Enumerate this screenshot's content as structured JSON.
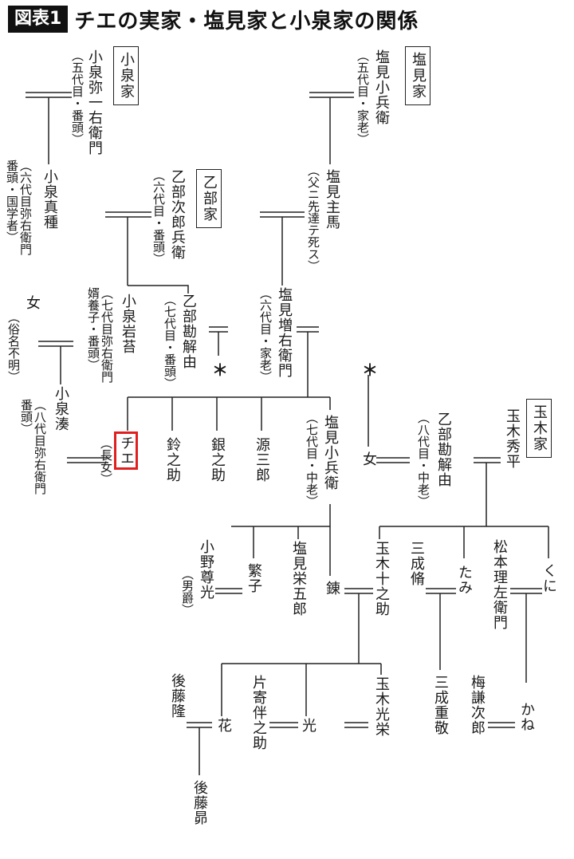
{
  "title": {
    "label": "図表1",
    "text": "チエの実家・塩見家と小泉家の関係"
  },
  "colors": {
    "highlight": "#e02020",
    "line": "#222222"
  },
  "houses": {
    "koizumi": "小泉家",
    "shiomi": "塩見家",
    "otobe": "乙部家",
    "tamaki": "玉木家"
  },
  "people": {
    "koizumi_yaichi": {
      "name": "小泉弥一右衛門",
      "note": "（五代目・番頭）"
    },
    "koizumi_sanetane": {
      "name": "小泉真種",
      "note": "（六代目弥右衛門 番頭・国学者）"
    },
    "shiomi_kohyoe5": {
      "name": "塩見小兵衛",
      "note": "（五代目・家老）"
    },
    "shiomi_shume": {
      "name": "塩見主馬",
      "note": "（父ニ先達テ死ス）"
    },
    "otobe_jirobee": {
      "name": "乙部次郎兵衛",
      "note": "（六代目・番頭）"
    },
    "koizumi_iwawaka": {
      "name": "小泉岩苔",
      "note": "（七代目弥右衛門 婿養子・番頭）"
    },
    "otobe_kageyu7": {
      "name": "乙部勘解由",
      "note": "（七代目・番頭）"
    },
    "shiomi_masuemon": {
      "name": "塩見増右衛門",
      "note": "（六代目・家老）"
    },
    "onna_left": {
      "name": "女",
      "note": "（俗名不明）"
    },
    "koizumi_minato": {
      "name": "小泉湊",
      "note": "（八代目弥右衛門 番頭）"
    },
    "chie": {
      "name": "チエ",
      "note": "（長女）"
    },
    "suzunosuke": {
      "name": "鈴之助"
    },
    "ginnosuke": {
      "name": "銀之助"
    },
    "genzaburo": {
      "name": "源三郎"
    },
    "shiomi_kohyoe7": {
      "name": "塩見小兵衛",
      "note": "（七代目・中老）"
    },
    "onna_mid": {
      "name": "女"
    },
    "otobe_kageyu8": {
      "name": "乙部勘解由",
      "note": "（八代目・中老）"
    },
    "tamaki_hidehira": {
      "name": "玉木秀平"
    },
    "ono_takamitsu": {
      "name": "小野尊光",
      "note": "（男爵）"
    },
    "shigeko": {
      "name": "繁子"
    },
    "shiomi_eigoro": {
      "name": "塩見栄五郎"
    },
    "ren": {
      "name": "錬"
    },
    "tamaki_junosuke": {
      "name": "玉木十之助"
    },
    "sansei_o": {
      "name": "三成脩"
    },
    "tami": {
      "name": "たみ"
    },
    "matsumoto": {
      "name": "松本理左衛門"
    },
    "kuni": {
      "name": "くに"
    },
    "goto_takashi": {
      "name": "後藤隆"
    },
    "hana": {
      "name": "花"
    },
    "katayose": {
      "name": "片寄伴之助"
    },
    "hikari": {
      "name": "光"
    },
    "tamaki_mitsue": {
      "name": "玉木光栄"
    },
    "sansei_shigetoshi": {
      "name": "三成重敬"
    },
    "ume_kenjiro": {
      "name": "梅謙次郎"
    },
    "kane": {
      "name": "かね"
    },
    "goto_subaru": {
      "name": "後藤昴"
    }
  },
  "marks": {
    "asterisk": "＊"
  }
}
